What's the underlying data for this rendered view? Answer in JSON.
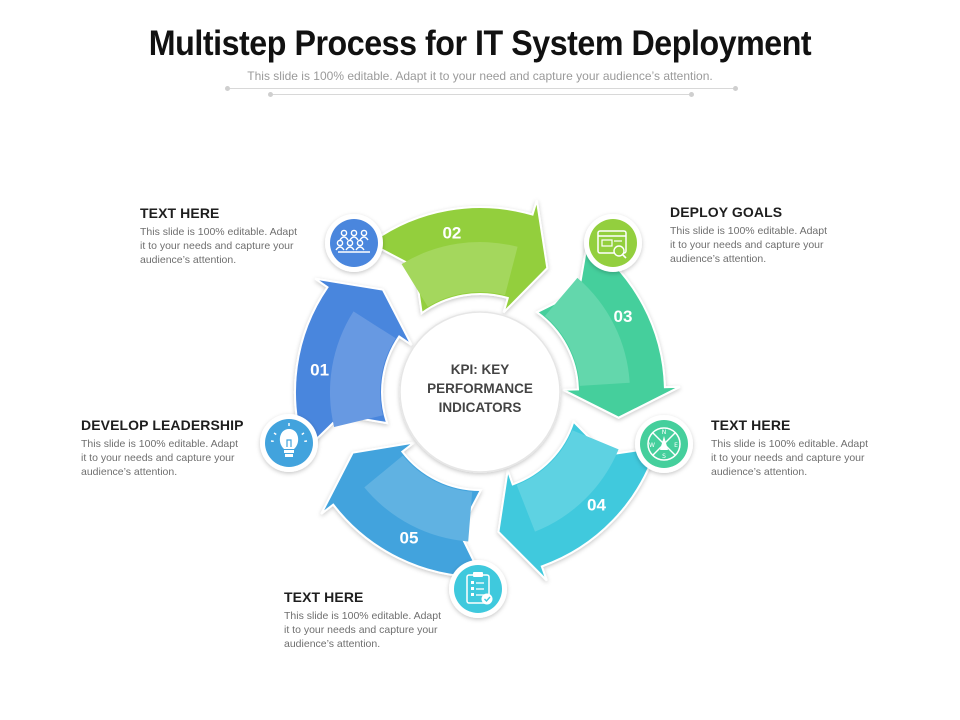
{
  "title": "Multistep Process for IT System Deployment",
  "subtitle": "This slide is 100% editable. Adapt it to your need and capture your audience’s attention.",
  "center": {
    "lines": [
      "KPI: KEY",
      "PERFORMANCE",
      "INDICATORS"
    ]
  },
  "steps": [
    {
      "number": "01",
      "color": "#4a86dd",
      "icon": "team-icon",
      "heading": "TEXT HERE",
      "body": "This slide is 100% editable. Adapt it to your needs and capture your audience’s attention."
    },
    {
      "number": "02",
      "color": "#93cf3e",
      "icon": "web-goals-icon",
      "heading": "DEPLOY GOALS",
      "body": "This slide is 100% editable. Adapt it to your needs and capture your audience’s attention."
    },
    {
      "number": "03",
      "color": "#45cf9c",
      "icon": "compass-icon",
      "heading": "TEXT HERE",
      "body": "This slide is 100% editable. Adapt it to your needs and capture your audience’s attention."
    },
    {
      "number": "04",
      "color": "#3fc9dd",
      "icon": "clipboard-checklist-icon",
      "heading": "TEXT HERE",
      "body": "This slide is 100% editable. Adapt it to your needs and capture your audience’s attention."
    },
    {
      "number": "05",
      "color": "#42a3dd",
      "icon": "lightbulb-icon",
      "heading": "DEVELOP LEADERSHIP",
      "body": "This slide is 100% editable. Adapt it to your needs and capture your audience’s attention."
    }
  ]
}
